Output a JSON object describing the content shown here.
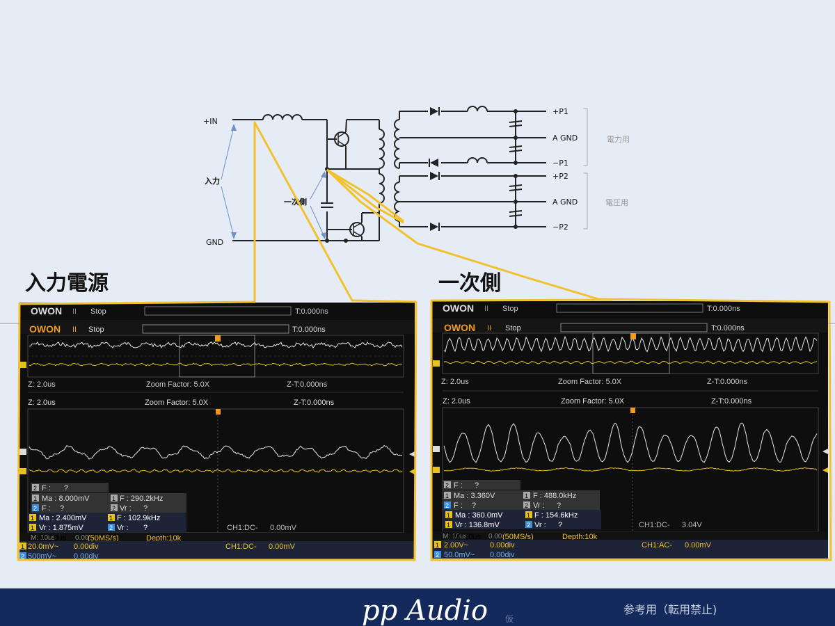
{
  "schematic": {
    "input_plus": "+IN",
    "input_gnd": "GND",
    "input_label": "入力",
    "primary_label": "一次側",
    "outputs": [
      "+P1",
      "A GND",
      "−P1",
      "+P2",
      "A GND",
      "−P2"
    ],
    "group1": "電力用",
    "group2": "電圧用"
  },
  "headings": {
    "left": "入力電源",
    "right": "一次側"
  },
  "scopes": {
    "left": {
      "back": {
        "brand": "OWON",
        "run": "II",
        "state": "Stop",
        "trig": "T:0.000ns",
        "zoom_z": "Z: 2.0us",
        "zoom_factor": "Zoom Factor: 5.0X",
        "zoom_zt": "Z-T:0.000ns",
        "m1": [
          "2",
          "F :",
          "?"
        ],
        "m2": [
          "1",
          "Ma : 8.000mV",
          "1",
          "F : 290.2kHz"
        ],
        "m3": [
          "2",
          "F :",
          "?",
          "2",
          "Vr :",
          "?"
        ],
        "m4": [
          "1",
          "Vr : 1.875mV",
          "2",
          "Vr :",
          "?"
        ],
        "status_left": "M: 10us",
        "status_mid": "0.00",
        "coupling": "CH1:DC-",
        "coupling_val": "0.00mV",
        "rows": [
          "20.0mV~",
          "500mV~"
        ]
      },
      "front": {
        "brand": "OWON",
        "run": "II",
        "state": "Stop",
        "trig": "T:0.000ns",
        "zoom_z": "Z: 2.0us",
        "zoom_factor": "Zoom Factor: 5.0X",
        "zoom_zt": "Z-T:0.000ns",
        "meas_row1": [
          "1",
          "Ma : 2.400mV",
          "1",
          "F : 102.9kHz"
        ],
        "status_m": "M: 10us",
        "status_rate": "(50MS/s)",
        "status_depth": "Depth:10k",
        "coupling": "CH1:DC-",
        "coupling_val": "0.00mV",
        "ch_rows": [
          {
            "badge": "1",
            "scale": "20.0mV~",
            "offset": "0.00div"
          },
          {
            "badge": "2",
            "scale": "500mV~",
            "offset": "0.00div"
          }
        ]
      }
    },
    "right": {
      "back": {
        "brand": "OWON",
        "run": "II",
        "state": "Stop",
        "trig": "T:0.000ns",
        "zoom_z": "Z: 2.0us",
        "zoom_factor": "Zoom Factor: 5.0X",
        "zoom_zt": "Z-T:0.000ns",
        "m1": [
          "2",
          "F :",
          "?"
        ],
        "m2": [
          "1",
          "Ma : 3.360V",
          "1",
          "F : 488.0kHz"
        ],
        "m3": [
          "2",
          "F :",
          "?",
          "2",
          "Vr :",
          "?"
        ],
        "m4": [
          "1",
          "Vr : 136.8mV",
          "2",
          "Vr :",
          "?"
        ],
        "status_left": "M: 10us",
        "status_mid": "0.00",
        "coupling": "CH1:DC-",
        "coupling_val": "3.04V",
        "rows": [
          "2.00V~",
          "50.0mV~"
        ]
      },
      "front": {
        "brand": "OWON",
        "run": "II",
        "state": "Stop",
        "trig": "T:0.000ns",
        "zoom_z": "Z: 2.0us",
        "zoom_factor": "Zoom Factor: 5.0X",
        "zoom_zt": "Z-T:0.000ns",
        "meas_row1": [
          "1",
          "Ma : 360.0mV",
          "1",
          "F : 154.6kHz"
        ],
        "status_m": "M: 10us",
        "status_rate": "(50MS/s)",
        "status_depth": "Depth:10k",
        "coupling": "CH1:AC-",
        "coupling_val": "0.00mV",
        "ch_rows": [
          {
            "badge": "1",
            "scale": "2.00V~",
            "offset": "0.00div"
          },
          {
            "badge": "2",
            "scale": "50.0mV~",
            "offset": "0.00div"
          }
        ]
      }
    }
  },
  "footer": {
    "logo": "pp Audio",
    "sub": "仮",
    "note": "参考用（転用禁止)"
  },
  "colors": {
    "background": "#e6ecf5",
    "footer": "#142a5c",
    "highlight": "#f2c12e",
    "scope_bg": "#0e0e0e",
    "trace_yellow": "#e8c21c",
    "trace_white": "#e8e8e8",
    "label_orange": "#f29a1e",
    "channel_blue": "#3d8fe0"
  }
}
